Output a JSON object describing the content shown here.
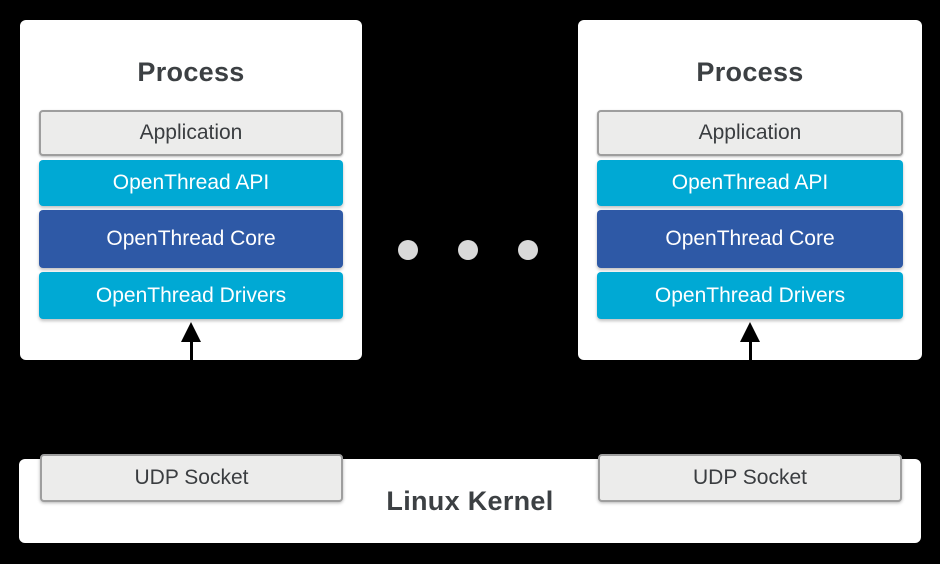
{
  "processes": [
    {
      "title": "Process",
      "layers": [
        {
          "label": "Application",
          "type": "application"
        },
        {
          "label": "OpenThread API",
          "type": "api"
        },
        {
          "label": "OpenThread Core",
          "type": "core"
        },
        {
          "label": "OpenThread Drivers",
          "type": "drivers"
        }
      ]
    },
    {
      "title": "Process",
      "layers": [
        {
          "label": "Application",
          "type": "application"
        },
        {
          "label": "OpenThread API",
          "type": "api"
        },
        {
          "label": "OpenThread Core",
          "type": "core"
        },
        {
          "label": "OpenThread Drivers",
          "type": "drivers"
        }
      ]
    }
  ],
  "separator": {
    "dot_count": 3
  },
  "kernel": {
    "label": "Linux Kernel",
    "sockets": [
      {
        "label": "UDP Socket"
      },
      {
        "label": "UDP Socket"
      }
    ]
  },
  "colors": {
    "background": "#000000",
    "card_background": "#ffffff",
    "layer_cyan": "#00a9d4",
    "layer_blue": "#2e59a6",
    "gray_box_fill": "#ececeb",
    "gray_box_border": "#9e9e9e",
    "text_dark": "#3c4043",
    "text_light": "#ffffff",
    "ellipsis_dot": "#d9d9d9",
    "arrow": "#000000"
  }
}
